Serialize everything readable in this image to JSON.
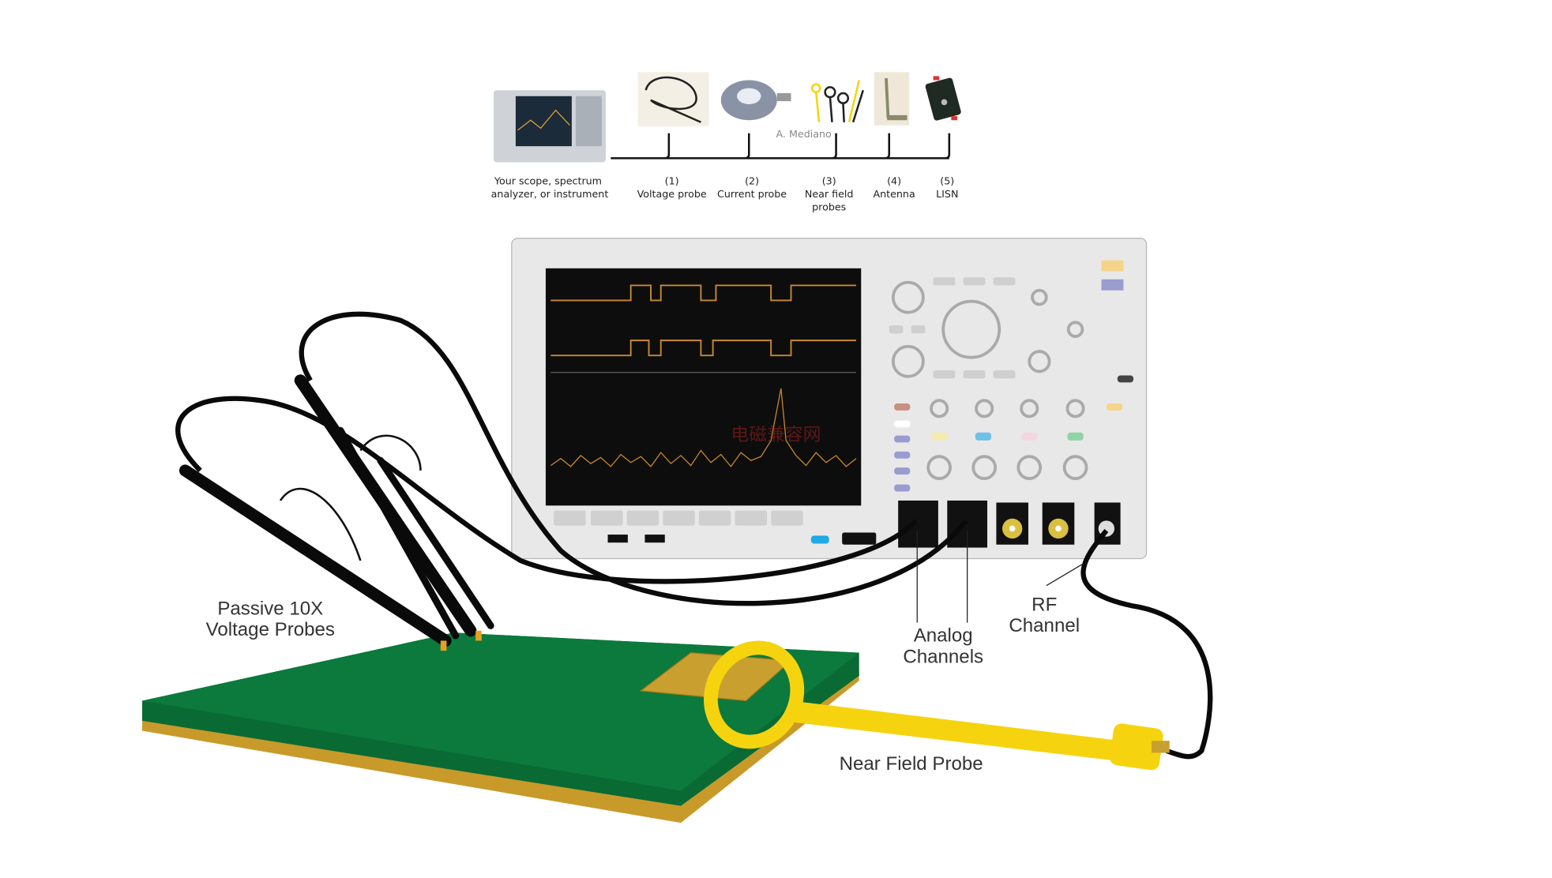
{
  "legend": {
    "instrument": [
      "Your scope, spectrum",
      "analyzer, or instrument"
    ],
    "credit": "A. Mediano",
    "items": [
      {
        "num": "(1)",
        "label": [
          "Voltage probe"
        ]
      },
      {
        "num": "(2)",
        "label": [
          "Current probe"
        ]
      },
      {
        "num": "(3)",
        "label": [
          "Near field",
          "probes"
        ]
      },
      {
        "num": "(4)",
        "label": [
          "Antenna"
        ]
      },
      {
        "num": "(5)",
        "label": [
          "LISN"
        ]
      }
    ]
  },
  "callouts": {
    "voltage_probes": [
      "Passive 10X",
      "Voltage Probes"
    ],
    "analog": [
      "Analog",
      "Channels"
    ],
    "rf": [
      "RF",
      "Channel"
    ],
    "near_field": "Near Field Probe"
  },
  "watermark": "电磁兼容网",
  "colors": {
    "pcb": "#0b7a3c",
    "pcb_edge": "#c89a2a",
    "probe_yellow": "#f5d40f",
    "panel": "#e8e8e8",
    "screen": "#0d0d0d",
    "trace": "#c98a2e"
  }
}
